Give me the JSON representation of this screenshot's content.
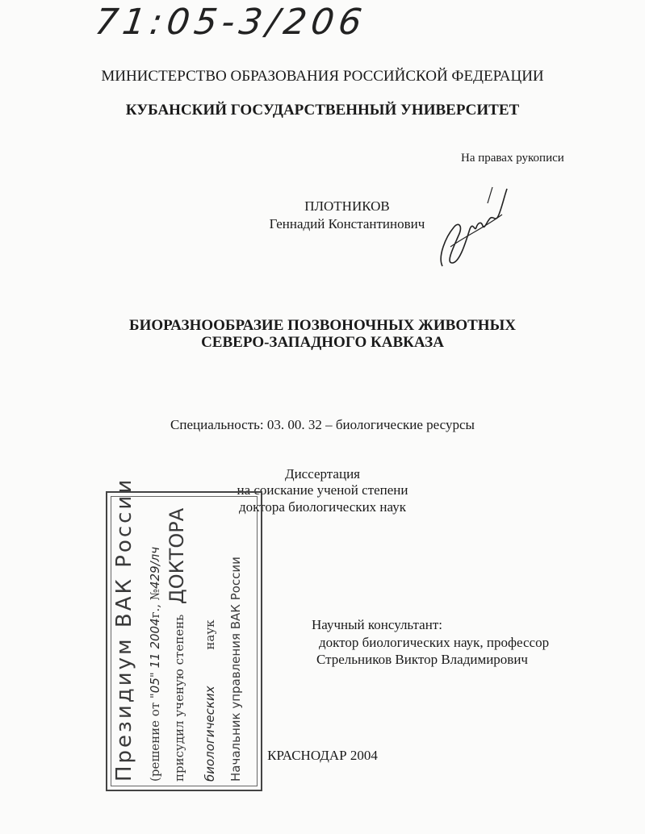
{
  "archive_code": "71:05-3/206",
  "header": {
    "ministry": "МИНИСТЕРСТВО ОБРАЗОВАНИЯ РОССИЙСКОЙ ФЕДЕРАЦИИ",
    "university": "КУБАНСКИЙ ГОСУДАРСТВЕННЫЙ УНИВЕРСИТЕТ",
    "rights_note": "На правах рукописи"
  },
  "author": {
    "surname": "ПЛОТНИКОВ",
    "name": "Геннадий Константинович"
  },
  "title": {
    "line1": "БИОРАЗНООБРАЗИЕ ПОЗВОНОЧНЫХ ЖИВОТНЫХ",
    "line2": "СЕВЕРО-ЗАПАДНОГО КАВКАЗА"
  },
  "specialty": "Специальность: 03. 00. 32 – биологические ресурсы",
  "dissertation": {
    "line1": "Диссертация",
    "line2": "на соискание ученой степени",
    "line3": "доктора биологических наук"
  },
  "advisor": {
    "label": "Научный консультант:",
    "degree": "доктор биологических наук, профессор",
    "name": "Стрельников Виктор Владимирович"
  },
  "city_year": "КРАСНОДАР 2004",
  "stamp": {
    "title": "Президиум ВАК России",
    "decision_prefix": "(решение от \"",
    "decision_day": "05",
    "decision_mid": "\"",
    "decision_month": "11",
    "decision_year": "2004",
    "decision_suffix": "г., №",
    "decision_number": "429/лч",
    "awarded": "присудил ученую степень",
    "degree": "ДОКТОРА",
    "field_hw": "биологических",
    "field_suffix": "наук",
    "head": "Начальник управления ВАК России"
  },
  "colors": {
    "paper": "#fbfbfa",
    "ink": "#1a1a1a",
    "stamp_ink": "#3a3a3a"
  }
}
